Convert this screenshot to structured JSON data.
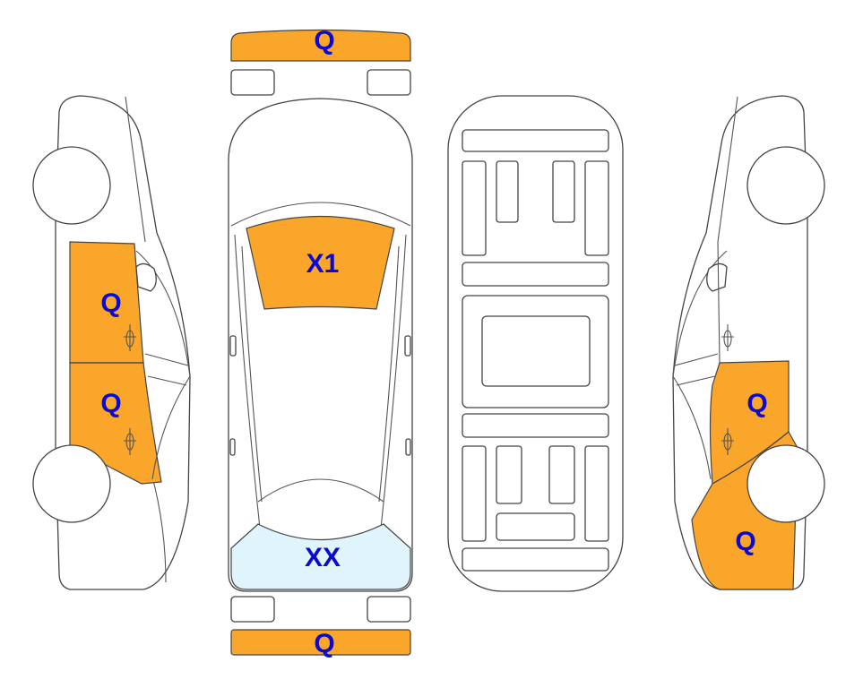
{
  "colors": {
    "damaged": "#f9a62b",
    "glass": "#e0f4fb",
    "label": "#0a0ad2",
    "outline": "#444444"
  },
  "panels": {
    "front_bumper": {
      "code": "Q",
      "state": "damaged"
    },
    "rear_bumper": {
      "code": "Q",
      "state": "damaged"
    },
    "windshield": {
      "code": "X1",
      "state": "damaged"
    },
    "rear_window": {
      "code": "XX",
      "state": "glass"
    },
    "left_front_door": {
      "code": "Q",
      "state": "damaged"
    },
    "left_rear_door": {
      "code": "Q",
      "state": "damaged"
    },
    "right_rear_door": {
      "code": "Q",
      "state": "damaged"
    },
    "right_rear_quarter": {
      "code": "Q",
      "state": "damaged"
    }
  }
}
